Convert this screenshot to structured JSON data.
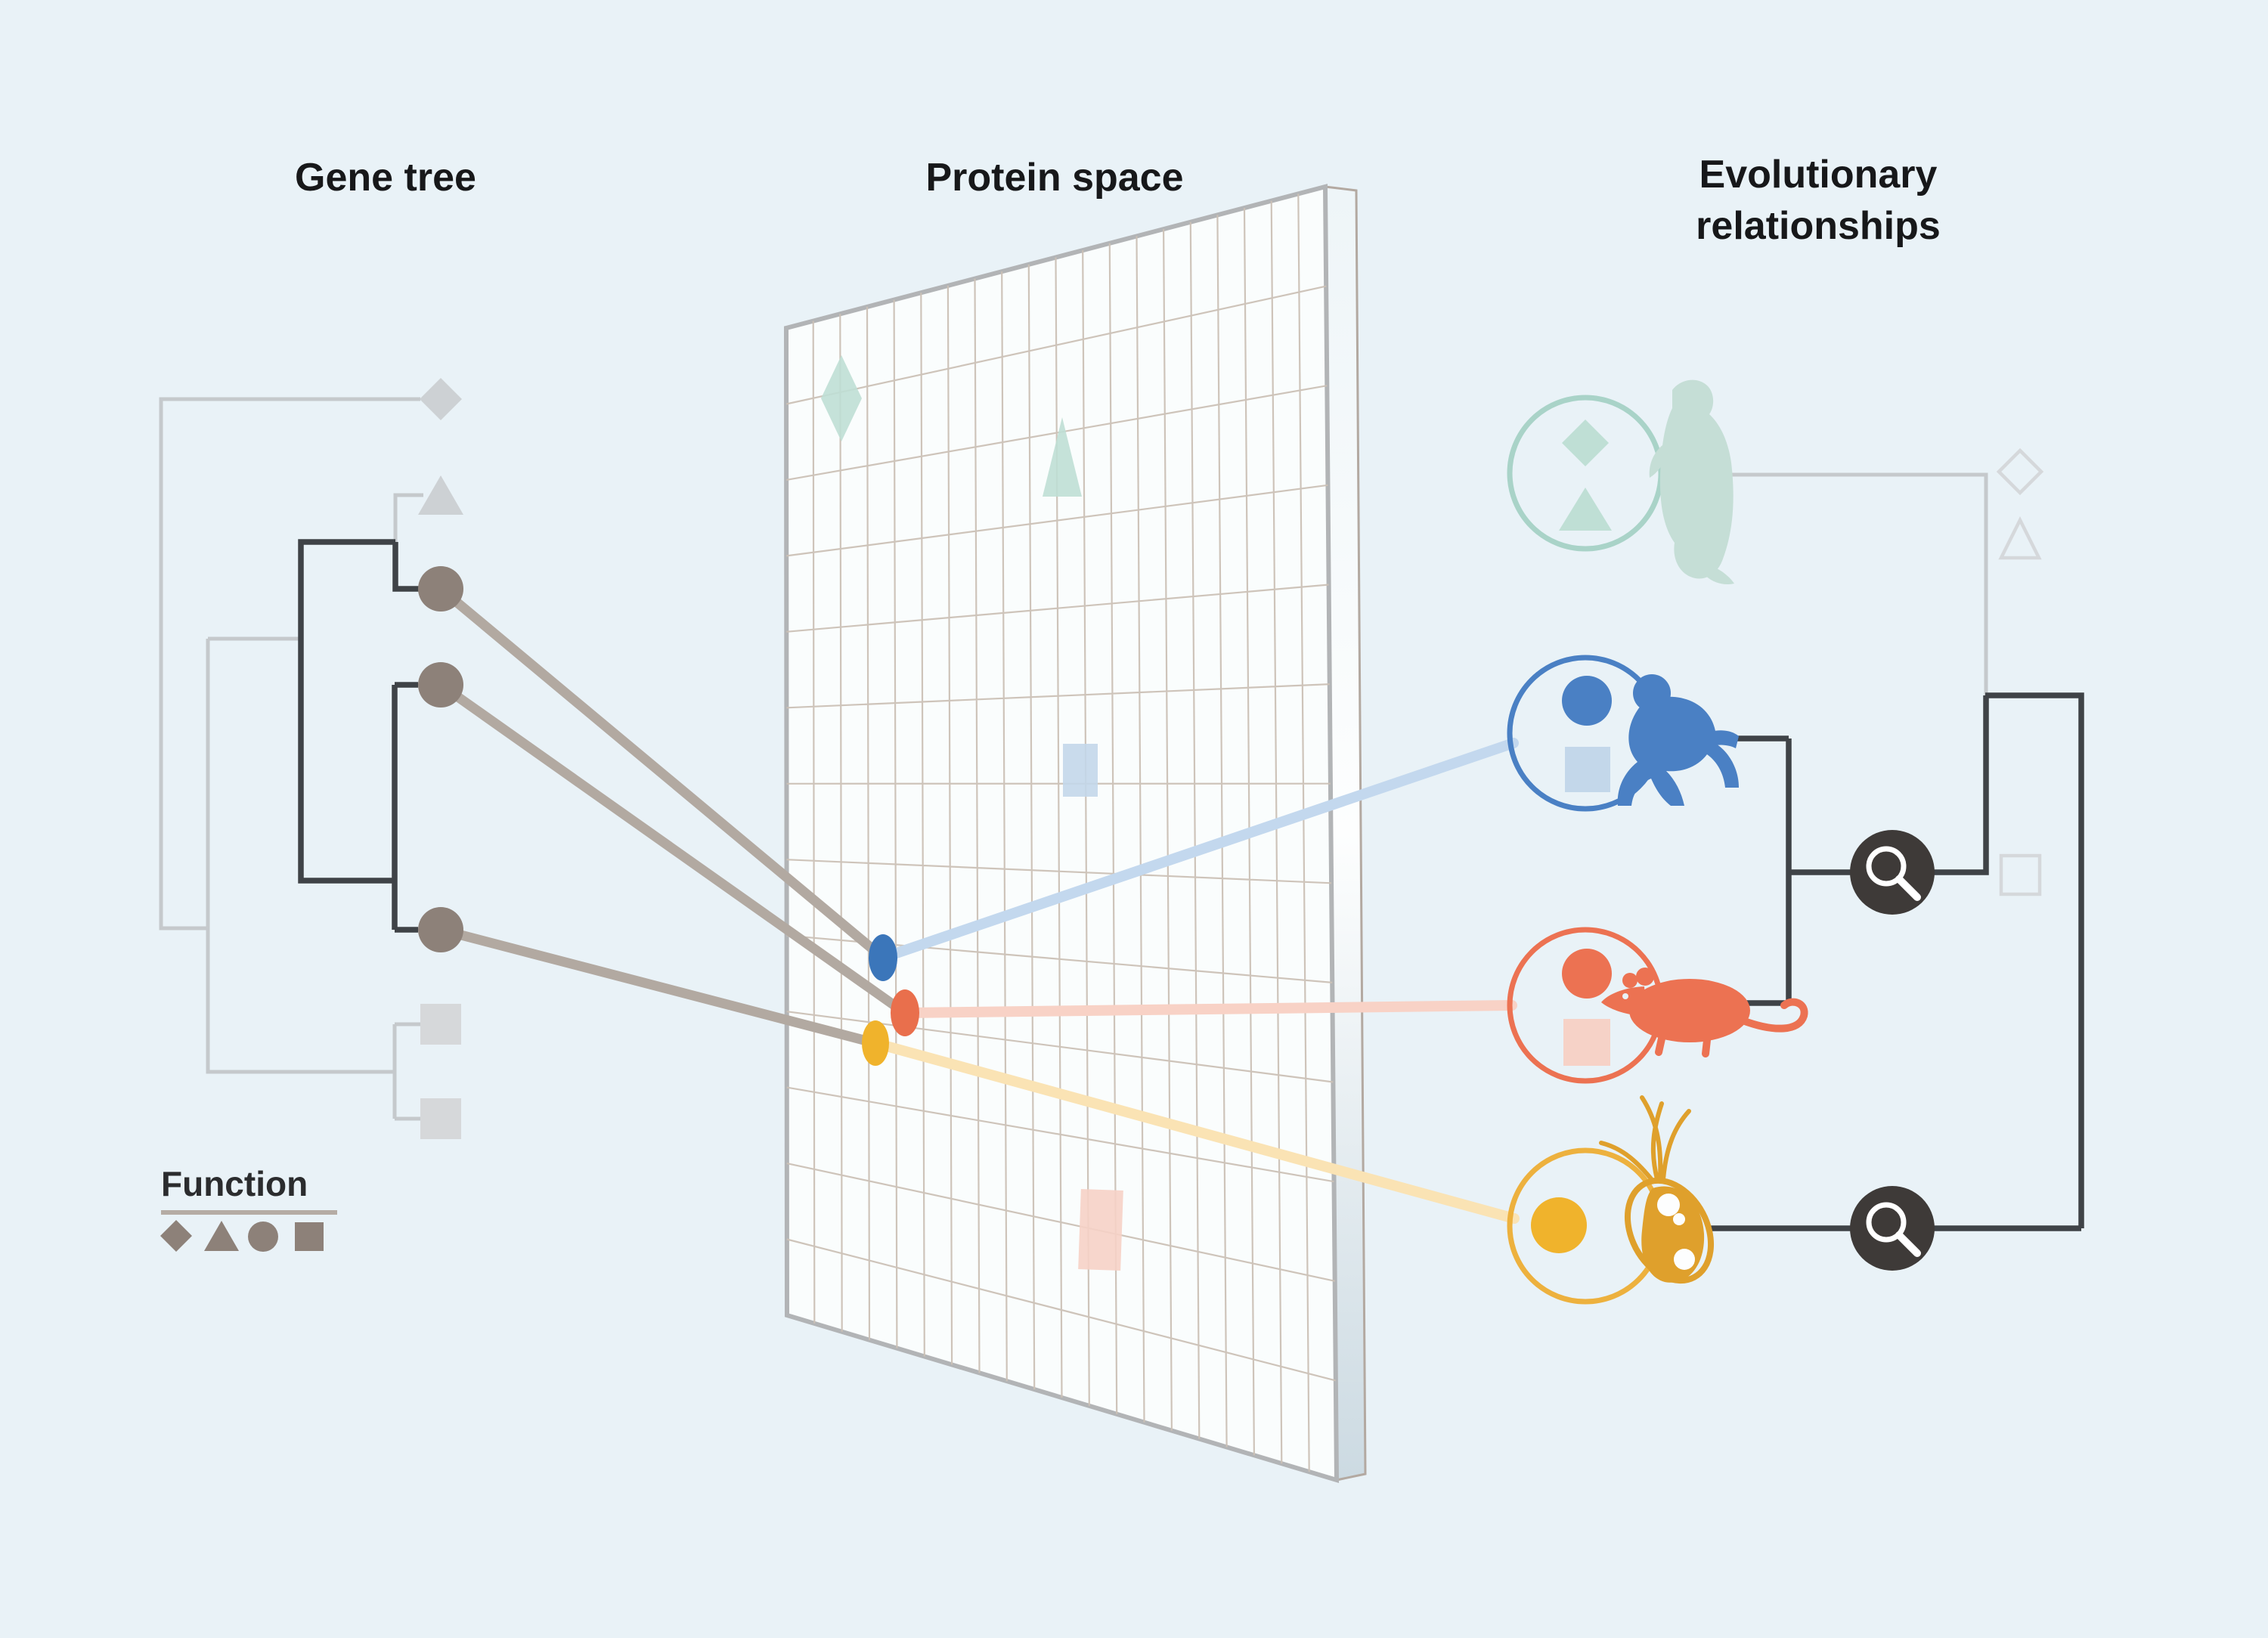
{
  "titles": {
    "gene_tree": "Gene tree",
    "protein_space": "Protein space",
    "evolutionary_line1": "Evolutionary",
    "evolutionary_line2": "relationships",
    "function_legend": "Function"
  },
  "colors": {
    "background": "#e9f2f7",
    "dark": "#3f4347",
    "light": "#c5c9cc",
    "taupe": "#8d8179",
    "graybeam": "#b2a9a1",
    "teal": "#a9d3c8",
    "teal-fill": "#bfdfd5",
    "blue": "#4a80c4",
    "blue-dot": "#3b76ba",
    "blue-ghost": "#c3d7ea",
    "beam-blue": "#c3d8ee",
    "coral": "#ec7252",
    "coral-dot": "#e96f4c",
    "coral-ghost": "#f6d2c7",
    "beam-coral": "#f8d2c6",
    "yellow": "#edb13e",
    "yellow-dot": "#f0b32c",
    "beam-yellow": "#fae3b4",
    "alga": "#dfa02c",
    "mag": "#3e3a38",
    "grid": "#cbc1b6",
    "wall-face": "#fafdfd",
    "wall-edge": "#b2b4b6",
    "title": "#17181a"
  },
  "gene_tree": {
    "tips": [
      {
        "shape": "diamond",
        "state": "ghost"
      },
      {
        "shape": "triangle",
        "state": "ghost"
      },
      {
        "shape": "circle",
        "state": "active"
      },
      {
        "shape": "circle",
        "state": "active"
      },
      {
        "shape": "circle",
        "state": "active"
      },
      {
        "shape": "square",
        "state": "ghost"
      },
      {
        "shape": "square",
        "state": "ghost"
      }
    ]
  },
  "function_legend": {
    "shapes": [
      "diamond",
      "triangle",
      "circle",
      "square"
    ]
  },
  "protein_space": {
    "mapped_points": [
      {
        "id": "point-blue",
        "color": "blue"
      },
      {
        "id": "point-coral",
        "color": "coral"
      },
      {
        "id": "point-yellow",
        "color": "yellow"
      }
    ],
    "ghost_marks": [
      "teal-diamond",
      "teal-triangle",
      "blue-square",
      "pink-rectangle"
    ]
  },
  "evolutionary": {
    "organisms": [
      {
        "icon": "extinct-mammal-icon",
        "color": "teal",
        "functions": [
          "diamond",
          "triangle"
        ]
      },
      {
        "icon": "chimpanzee-icon",
        "color": "blue",
        "functions": [
          "circle",
          "square-faded"
        ]
      },
      {
        "icon": "rat-icon",
        "color": "coral",
        "functions": [
          "circle",
          "square-faded"
        ]
      },
      {
        "icon": "alga-icon",
        "color": "yellow",
        "functions": [
          "circle"
        ]
      }
    ],
    "magnifier_icons": 2,
    "ghost_shapes": [
      "diamond",
      "triangle",
      "square"
    ]
  }
}
